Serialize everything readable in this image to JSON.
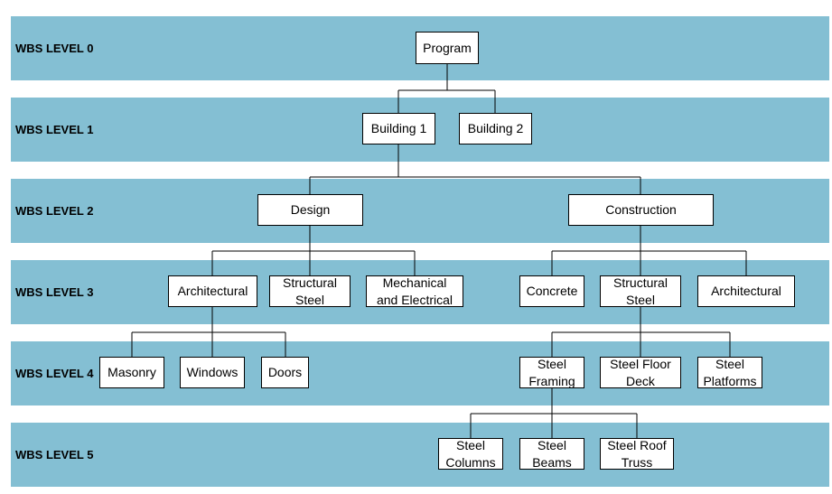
{
  "levels": [
    {
      "label": "WBS LEVEL 0"
    },
    {
      "label": "WBS LEVEL 1"
    },
    {
      "label": "WBS LEVEL 2"
    },
    {
      "label": "WBS LEVEL 3"
    },
    {
      "label": "WBS LEVEL 4"
    },
    {
      "label": "WBS LEVEL 5"
    }
  ],
  "colors": {
    "band": "#84bfd3",
    "node_fill": "#ffffff",
    "line": "#000000"
  },
  "nodes": {
    "program": "Program",
    "building_1": "Building 1",
    "building_2": "Building 2",
    "design": "Design",
    "construction": "Construction",
    "design_architectural": "Architectural",
    "design_structural_steel": "Structural\nSteel",
    "design_mech_elec": "Mechanical\nand Electrical",
    "construction_concrete": "Concrete",
    "construction_structural_steel": "Structural\nSteel",
    "construction_architectural": "Architectural",
    "masonry": "Masonry",
    "windows": "Windows",
    "doors": "Doors",
    "steel_framing": "Steel\nFraming",
    "steel_floor_deck": "Steel Floor\nDeck",
    "steel_platforms": "Steel\nPlatforms",
    "steel_columns": "Steel\nColumns",
    "steel_beams": "Steel\nBeams",
    "steel_roof_truss": "Steel Roof\nTruss"
  }
}
